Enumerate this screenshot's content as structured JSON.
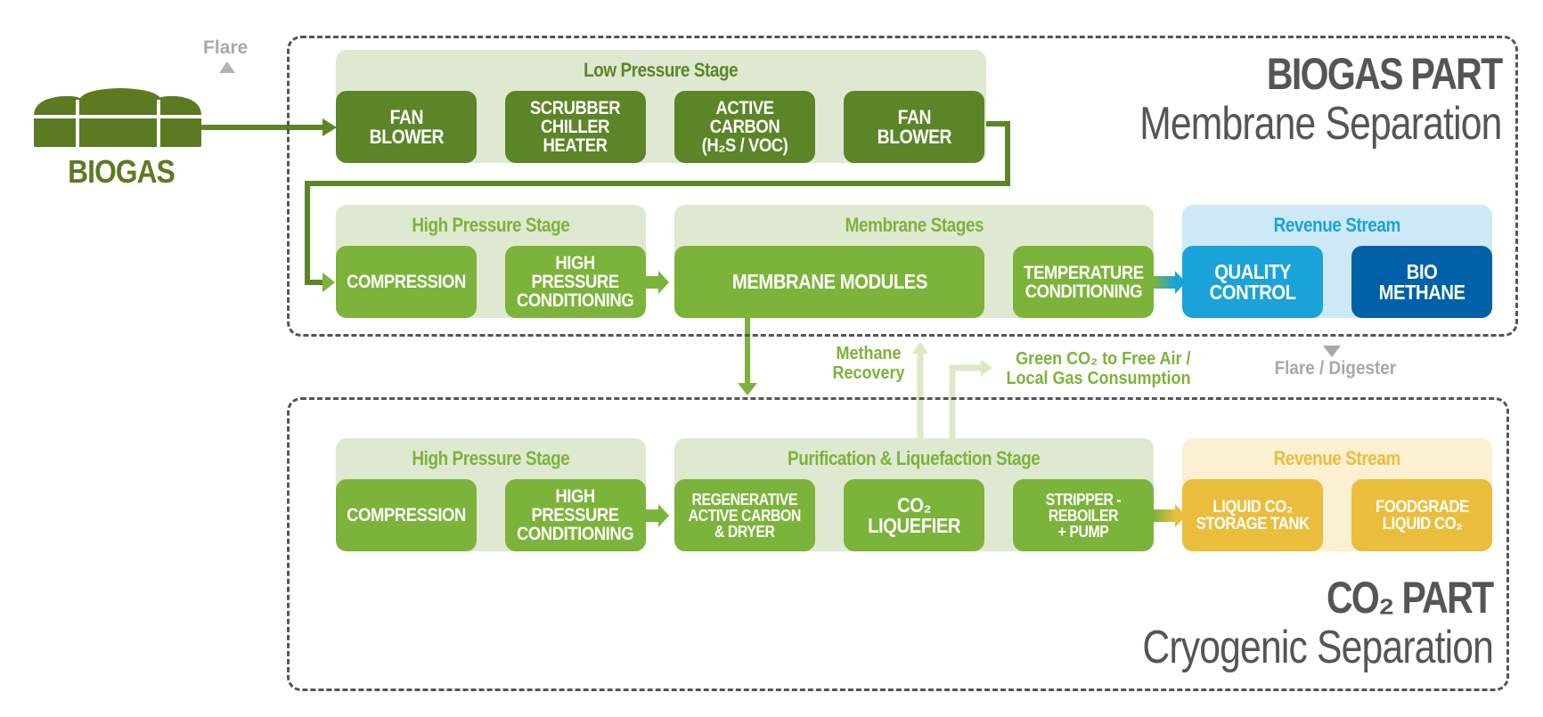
{
  "source": {
    "label": "BIOGAS",
    "flare_label": "Flare"
  },
  "biogas_part": {
    "title": "BIOGAS PART",
    "subtitle": "Membrane Separation",
    "low_pressure_stage": {
      "label": "Low Pressure Stage",
      "boxes": [
        "FAN\nBLOWER",
        "SCRUBBER\nCHILLER\nHEATER",
        "ACTIVE\nCARBON\n(H₂S / VOC)",
        "FAN\nBLOWER"
      ]
    },
    "high_pressure_stage": {
      "label": "High Pressure Stage",
      "boxes": [
        "COMPRESSION",
        "HIGH\nPRESSURE\nCONDITIONING"
      ]
    },
    "membrane_stages": {
      "label": "Membrane Stages",
      "boxes": [
        "MEMBRANE MODULES",
        "TEMPERATURE\nCONDITIONING"
      ]
    },
    "revenue_stream": {
      "label": "Revenue Stream",
      "boxes": [
        "QUALITY\nCONTROL",
        "BIO\nMETHANE"
      ]
    },
    "flare_digester_label": "Flare / Digester"
  },
  "transfer": {
    "methane_recovery": "Methane\nRecovery",
    "green_co2": "Green CO₂ to Free Air /\nLocal Gas Consumption"
  },
  "co2_part": {
    "title": "CO₂ PART",
    "subtitle": "Cryogenic Separation",
    "high_pressure_stage": {
      "label": "High Pressure Stage",
      "boxes": [
        "COMPRESSION",
        "HIGH\nPRESSURE\nCONDITIONING"
      ]
    },
    "purification_stage": {
      "label": "Purification & Liquefaction Stage",
      "boxes": [
        "REGENERATIVE\nACTIVE CARBON\n& DRYER",
        "CO₂\nLIQUEFIER",
        "STRIPPER -\nREBOILER\n+ PUMP"
      ]
    },
    "revenue_stream": {
      "label": "Revenue Stream",
      "boxes": [
        "LIQUID CO₂\nSTORAGE TANK",
        "FOODGRADE\nLIQUID CO₂"
      ]
    }
  },
  "colors": {
    "dark_green": "#5b8527",
    "light_green": "#7cb33a",
    "pale_green": "#dfe9d2",
    "stage_label_green": "#7cb33a",
    "stage_label_dark": "#5b8527",
    "blue": "#1aa3d9",
    "navy": "#0060a8",
    "light_blue_bg": "#cde9f5",
    "gold": "#ebbd3c",
    "light_gold_bg": "#fbf0d2",
    "gray_text": "#555555",
    "flare_gray": "#a8a8a8"
  }
}
